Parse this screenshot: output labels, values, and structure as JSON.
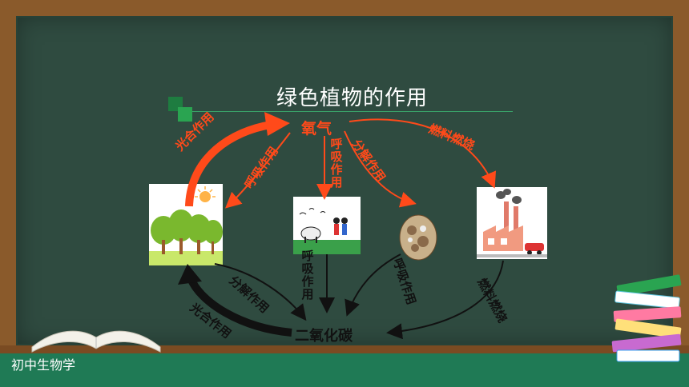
{
  "title": "绿色植物的作用",
  "footer": "初中生物学",
  "nodes": {
    "oxygen": "氧气",
    "co2": "二氧化碳"
  },
  "labels": {
    "photosynthesis_top": "光合作用",
    "respiration_plant": "呼吸作用",
    "respiration_people": "呼吸作用",
    "decomposition_top": "分解作用",
    "fuel_burn_top": "燃料燃烧",
    "respiration_people_bottom": "呼吸作用",
    "decomposition_bottom": "分解作用",
    "respiration_decomp_bottom": "呼吸作用",
    "fuel_burn_bottom": "燃料燃烧",
    "photosynthesis_bottom": "光合作用"
  },
  "colors": {
    "board": "#2f4b40",
    "frame": "#8a5a2b",
    "red": "#ff4a1a",
    "black": "#111111",
    "white": "#ffffff"
  }
}
